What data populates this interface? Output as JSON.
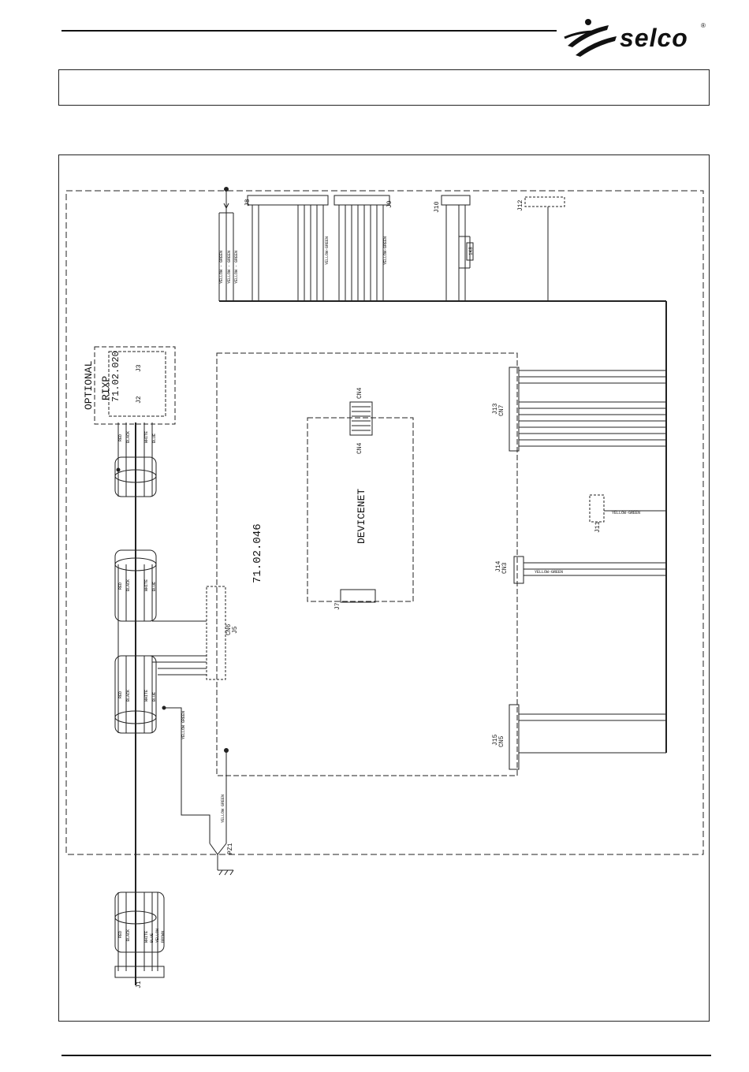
{
  "brand": {
    "name": "selco",
    "registered": "®",
    "color": "#111111",
    "logo_icon": "selco-swoosh-logo-icon"
  },
  "diagram": {
    "board_main": "71.02.046",
    "board_devicenet": "DEVICENET",
    "optional_label": "OPTIONAL",
    "rixp_label": "RIXP",
    "rixp_code": "71.02.020",
    "rixp_j2": "J2",
    "rixp_j3": "J3",
    "connectors": {
      "j1": "J1",
      "j5": "J5",
      "cn6": "CN6",
      "j7": "J7",
      "j8": "J8",
      "j9": "J9",
      "j10": "J10",
      "j11": "J11",
      "j12": "J12",
      "j13": "J13",
      "cn7": "CN7",
      "j14": "J14",
      "cn3": "CN3",
      "j15": "J15",
      "cn5": "CN5",
      "cn4": "CN4",
      "pz1": "PZ1"
    },
    "wire_labels": {
      "yellow_green": "YELLOW - GREEN",
      "yellow_green_short": "YELLOW-GREEN",
      "red": "RED",
      "black": "BLACK",
      "white": "WHITE",
      "blue": "BLUE",
      "yellow": "YELLOW",
      "brown": "BROWN",
      "yellow_green_stack": "YELLOW GREEN"
    },
    "resistor": "1K8"
  }
}
